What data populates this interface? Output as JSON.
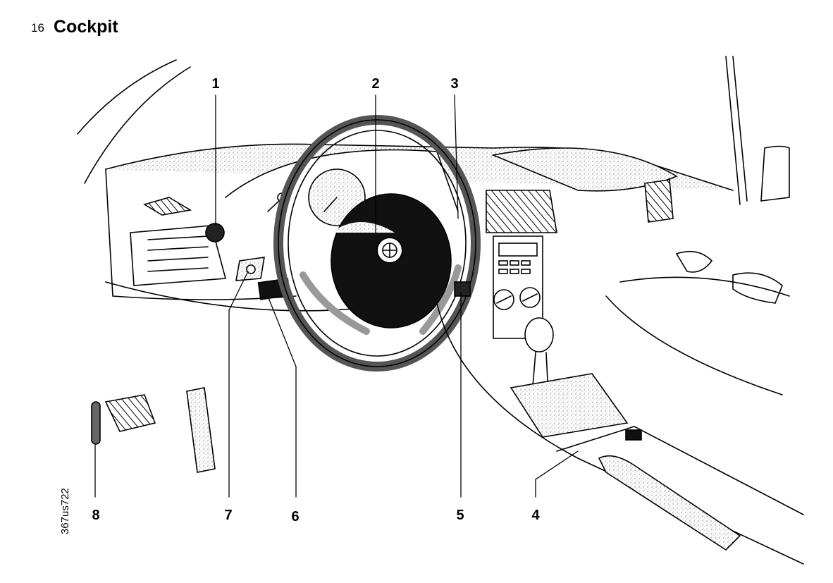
{
  "page": {
    "number": "16",
    "title": "Cockpit"
  },
  "image_code": "367us722",
  "callouts": [
    {
      "label": "1",
      "target": "light-switch"
    },
    {
      "label": "2",
      "target": "steering-wheel-horn"
    },
    {
      "label": "3",
      "target": "wiper-lever"
    },
    {
      "label": "4",
      "target": "hazard-warning-switch"
    },
    {
      "label": "5",
      "target": "right-stalk"
    },
    {
      "label": "6",
      "target": "turn-signal-stalk"
    },
    {
      "label": "7",
      "target": "ignition-lock"
    },
    {
      "label": "8",
      "target": "hood-release"
    }
  ],
  "colors": {
    "ink": "#000000",
    "paper": "#ffffff",
    "stipple": "#8a8a8a"
  }
}
